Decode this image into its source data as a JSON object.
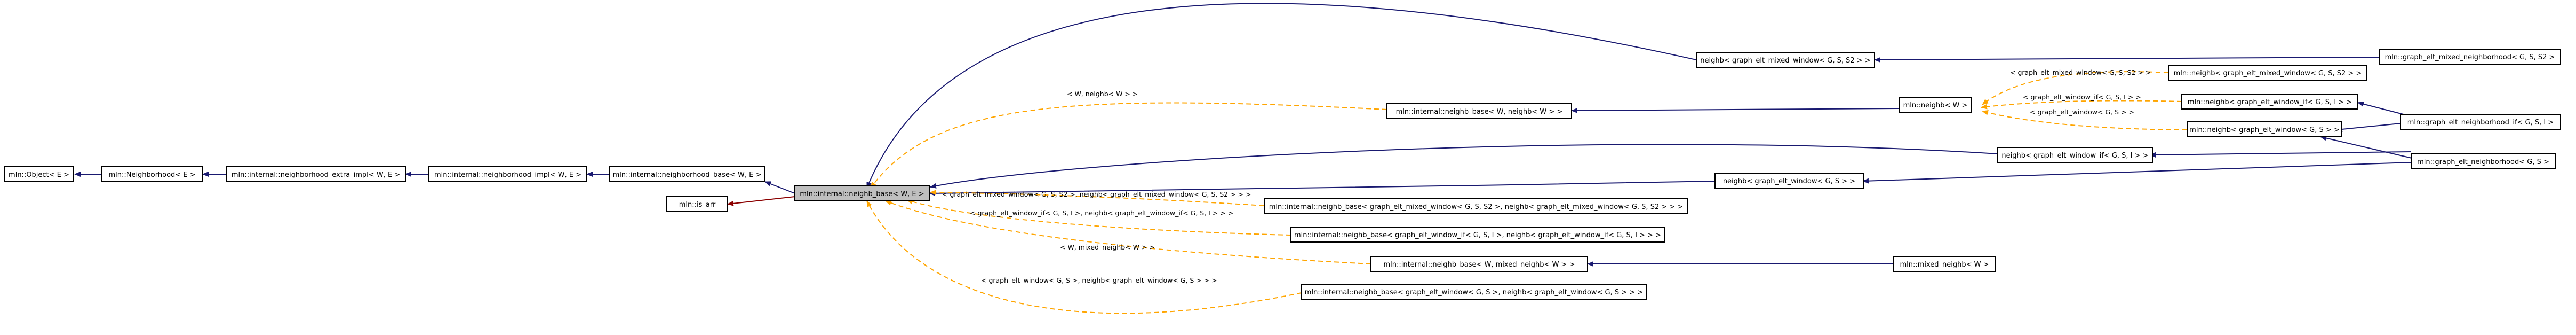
{
  "diagram": {
    "nodes": [
      {
        "id": "object",
        "label": "mln::Object< E >"
      },
      {
        "id": "neighborhood",
        "label": "mln::Neighborhood< E >"
      },
      {
        "id": "neighborhood_extra_impl",
        "label": "mln::internal::neighborhood_extra_impl< W, E >"
      },
      {
        "id": "neighborhood_impl",
        "label": "mln::internal::neighborhood_impl< W, E >"
      },
      {
        "id": "neighborhood_base",
        "label": "mln::internal::neighborhood_base< W, E >"
      },
      {
        "id": "is_arr",
        "label": "mln::is_arr"
      },
      {
        "id": "neighb_base_main",
        "label": "mln::internal::neighb_base< W, E >"
      },
      {
        "id": "nb_mixed_window",
        "label": "neighb< graph_elt_mixed_window< G, S, S2 > >"
      },
      {
        "id": "ge_mixed_neighborhood",
        "label": "mln::graph_elt_mixed_neighborhood< G, S, S2 >"
      },
      {
        "id": "mln_neighb_mixed",
        "label": "mln::neighb< graph_elt_mixed_window< G, S, S2 > >"
      },
      {
        "id": "neighb_base_w",
        "label": "mln::internal::neighb_base< W, neighb< W > >"
      },
      {
        "id": "mln_neighb_w",
        "label": "mln::neighb< W >"
      },
      {
        "id": "mln_neighb_window_if",
        "label": "mln::neighb< graph_elt_window_if< G, S, I > >"
      },
      {
        "id": "ge_neighborhood_if",
        "label": "mln::graph_elt_neighborhood_if< G, S, I >"
      },
      {
        "id": "mln_neighb_window",
        "label": "mln::neighb< graph_elt_window< G, S > >"
      },
      {
        "id": "nb_window_if",
        "label": "neighb< graph_elt_window_if< G, S, I > >"
      },
      {
        "id": "ge_neighborhood",
        "label": "mln::graph_elt_neighborhood< G, S >"
      },
      {
        "id": "nb_window",
        "label": "neighb< graph_elt_window< G, S > >"
      },
      {
        "id": "neighb_base_mixed",
        "label": "mln::internal::neighb_base< graph_elt_mixed_window< G, S, S2 >, neighb< graph_elt_mixed_window< G, S, S2 > > >"
      },
      {
        "id": "neighb_base_window_if",
        "label": "mln::internal::neighb_base< graph_elt_window_if< G, S, I >, neighb< graph_elt_window_if< G, S, I > > >"
      },
      {
        "id": "neighb_base_mixed_neighb",
        "label": "mln::internal::neighb_base< W, mixed_neighb< W > >"
      },
      {
        "id": "mixed_neighb",
        "label": "mln::mixed_neighb< W >"
      },
      {
        "id": "neighb_base_window",
        "label": "mln::internal::neighb_base< graph_elt_window< G, S >, neighb< graph_elt_window< G, S > > >"
      }
    ],
    "edge_labels": [
      {
        "id": "lbl_w_neighb",
        "text": "< W, neighb< W > >"
      },
      {
        "id": "lbl_mixed_main",
        "text": "< graph_elt_mixed_window< G, S, S2 >, neighb< graph_elt_mixed_window< G, S, S2 > > >"
      },
      {
        "id": "lbl_window_if_main",
        "text": "< graph_elt_window_if< G, S, I >, neighb< graph_elt_window_if< G, S, I > > >"
      },
      {
        "id": "lbl_mixed_neighb",
        "text": "< W, mixed_neighb< W > >"
      },
      {
        "id": "lbl_window_main",
        "text": "< graph_elt_window< G, S >, neighb< graph_elt_window< G, S > > >"
      },
      {
        "id": "lbl_mixed_small",
        "text": "< graph_elt_mixed_window< G, S, S2 > >"
      },
      {
        "id": "lbl_window_if_small",
        "text": "< graph_elt_window_if< G, S, I > >"
      },
      {
        "id": "lbl_window_small",
        "text": "< graph_elt_window< G, S > >"
      }
    ],
    "colors": {
      "inheritance": "#191970",
      "template_instance": "#ffa500",
      "usage": "#8b0000",
      "highlight_fill": "#bfbfbf"
    }
  }
}
